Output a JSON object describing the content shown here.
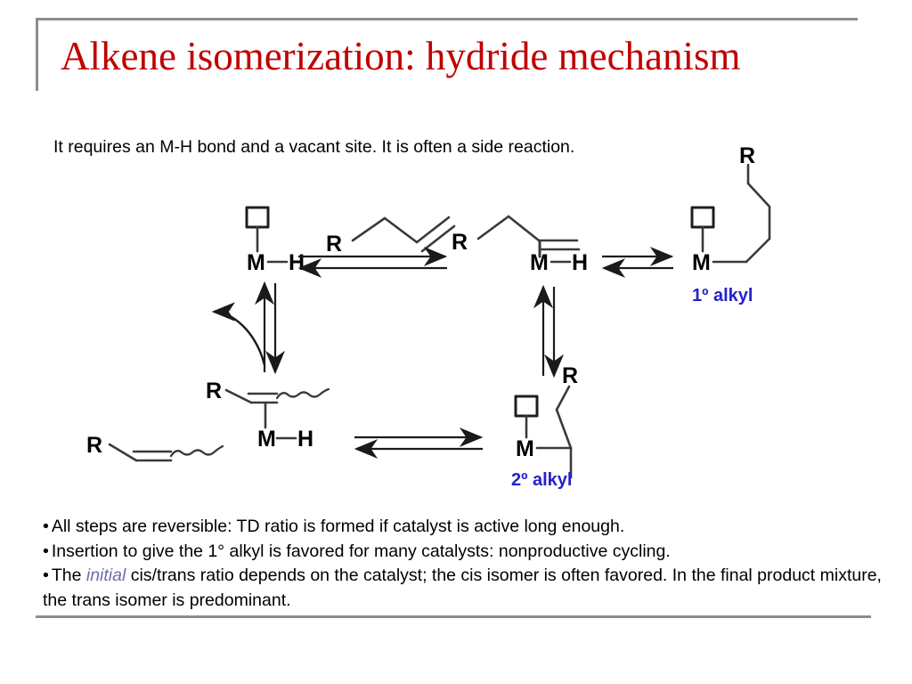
{
  "slide": {
    "title": "Alkene isomerization: hydride mechanism",
    "title_color": "#c00000",
    "intro": "It requires an M-H bond and a vacant site. It is often a side reaction.",
    "rule_color": "#8d8d8d"
  },
  "scheme": {
    "accent_label_color": "#2222cc",
    "bond_color": "#3a3a3a",
    "atom_color": "#000000",
    "labels": {
      "metal": "M",
      "hydride": "H",
      "r_group": "R",
      "primary_alkyl": "1º alkyl",
      "secondary_alkyl": "2º alkyl"
    },
    "species": [
      {
        "id": "metal-hydride",
        "name": "metal hydride with vacant site",
        "atoms": "M—H",
        "vacant_site": true
      },
      {
        "id": "terminal-alkene",
        "name": "free terminal alkene",
        "formula": "R-CH2-CH=CH2"
      },
      {
        "id": "terminal-alkene-complex",
        "name": "terminal alkene hydride complex",
        "atoms": "M—H",
        "vacant_site": false
      },
      {
        "id": "primary-alkyl-complex",
        "name": "primary alkyl complex",
        "atoms": "M",
        "vacant_site": true,
        "label": "1º alkyl"
      },
      {
        "id": "secondary-alkyl-complex",
        "name": "secondary alkyl complex",
        "atoms": "M",
        "vacant_site": true,
        "label": "2º alkyl"
      },
      {
        "id": "internal-alkene-complex",
        "name": "internal alkene hydride complex",
        "atoms": "M—H",
        "vacant_site": false
      },
      {
        "id": "internal-alkene-free",
        "name": "released internal alkene",
        "formula": "R-CH=CH-CH3"
      }
    ],
    "arrows": [
      {
        "id": "arrow-top-left",
        "type": "equilibrium",
        "orientation": "horizontal"
      },
      {
        "id": "arrow-top-right",
        "type": "equilibrium",
        "orientation": "horizontal"
      },
      {
        "id": "arrow-mid-right",
        "type": "equilibrium",
        "orientation": "vertical"
      },
      {
        "id": "arrow-bottom",
        "type": "equilibrium",
        "orientation": "horizontal"
      },
      {
        "id": "arrow-mid-left",
        "type": "equilibrium",
        "orientation": "vertical"
      },
      {
        "id": "arrow-dissociation",
        "type": "curved",
        "orientation": "left"
      }
    ]
  },
  "bullets": [
    {
      "marker": "•",
      "pre": "All steps are reversible: TD ratio is formed if catalyst is active long enough.",
      "emphasis": "",
      "post": ""
    },
    {
      "marker": "•",
      "pre": "Insertion to give the 1° alkyl is favored for many catalysts: nonproductive cycling.",
      "emphasis": "",
      "post": ""
    },
    {
      "marker": "•",
      "pre": "The ",
      "emphasis": "initial",
      "post": " cis/trans ratio depends on the catalyst; the cis isomer is often favored. In the final product mixture, the trans isomer is predominant."
    }
  ]
}
